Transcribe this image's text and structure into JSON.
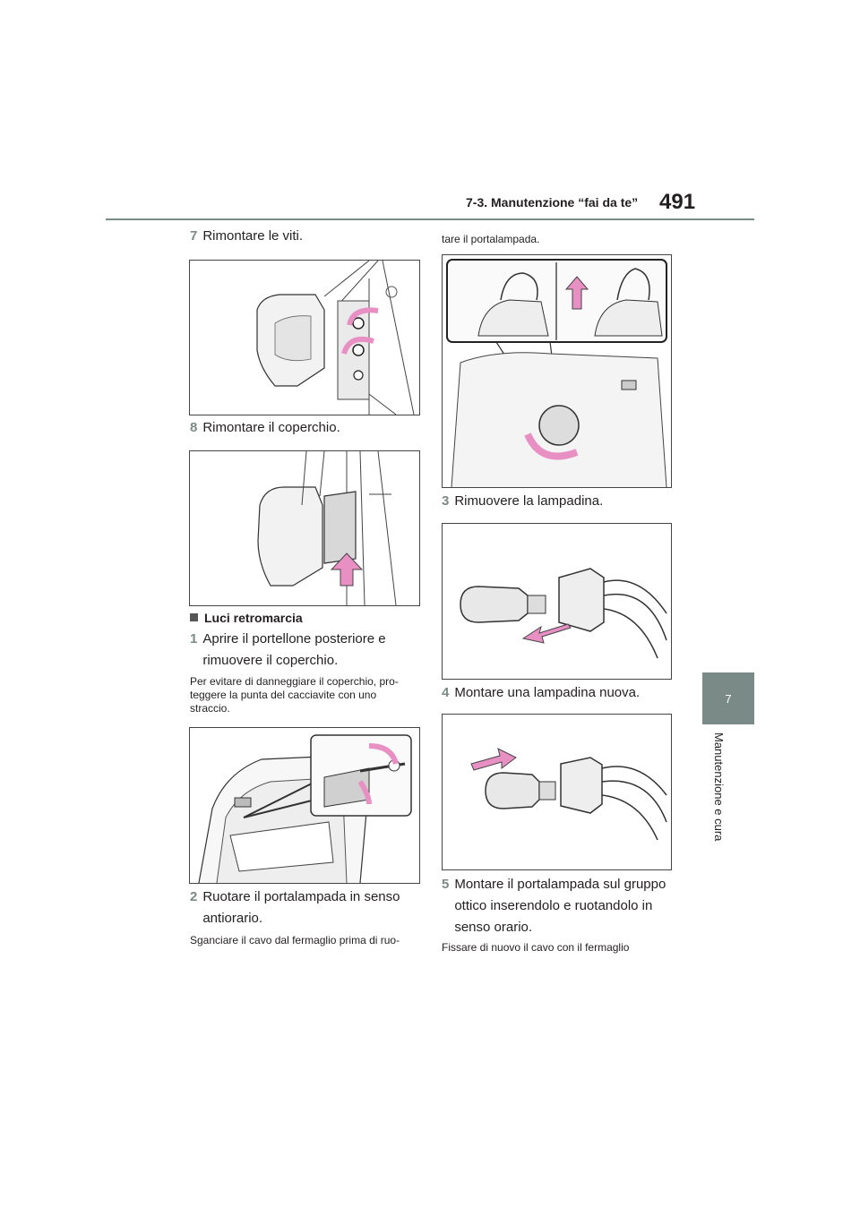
{
  "header": {
    "section_title": "7-3. Manutenzione “fai da te”",
    "page_number": "491"
  },
  "side_tab": {
    "chapter_number": "7",
    "chapter_label": "Manutenzione e cura"
  },
  "left_column": {
    "step7": {
      "number": "7",
      "text": "Rimontare le viti."
    },
    "step8": {
      "number": "8",
      "text": "Rimontare il coperchio."
    },
    "subheading": "Luci retromarcia",
    "step1": {
      "number": "1",
      "line1": "Aprire il portellone posteriore e",
      "line2": "rimuovere il coperchio."
    },
    "note1": {
      "line1": "Per evitare di danneggiare il coperchio, pro-",
      "line2": "teggere la punta del cacciavite con uno",
      "line3": "straccio."
    },
    "step2": {
      "number": "2",
      "line1": "Ruotare il portalampada in senso",
      "line2": "antiorario."
    },
    "note2": "Sganciare il cavo dal fermaglio prima di ruo-"
  },
  "right_column": {
    "note2_cont": "tare il portalampada.",
    "step3": {
      "number": "3",
      "text": "Rimuovere la lampadina."
    },
    "step4": {
      "number": "4",
      "text": "Montare una lampadina nuova."
    },
    "step5": {
      "number": "5",
      "line1": "Montare il portalampada sul gruppo",
      "line2": "ottico inserendolo e ruotandolo in",
      "line3": "senso orario."
    },
    "note3": "Fissare di nuovo il cavo con il fermaglio"
  },
  "colors": {
    "accent_gray": "#7a8a86",
    "arrow_pink": "#e88fc4",
    "text": "#231f20"
  }
}
